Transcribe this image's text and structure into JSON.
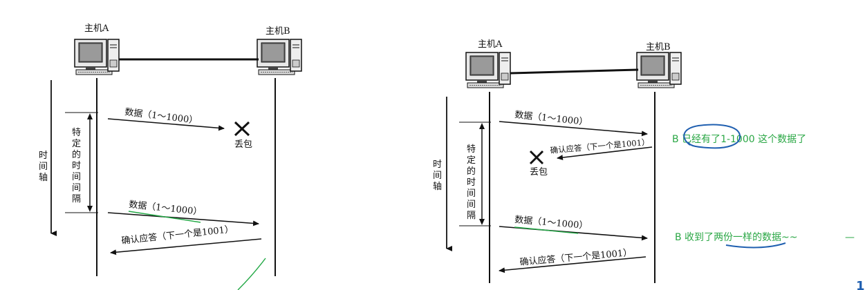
{
  "left": {
    "host_a": "主机A",
    "host_b": "主机B",
    "time_axis": [
      "时",
      "间",
      "轴"
    ],
    "interval": [
      "特",
      "定",
      "的",
      "时",
      "间",
      "间",
      "隔"
    ],
    "msg1": "数据（1～1000）",
    "loss": "丢包",
    "msg2": "数据（1～1000）",
    "msg3": "确认应答（下一个是1001）"
  },
  "right": {
    "host_a": "主机A",
    "host_b": "主机B",
    "time_axis": [
      "时",
      "间",
      "轴"
    ],
    "interval": [
      "特",
      "定",
      "的",
      "时",
      "间",
      "间",
      "隔"
    ],
    "msg1": "数据（1～1000）",
    "ack1": "确认应答（下一个是1001）",
    "loss": "丢包",
    "msg2": "数据（1～1000）",
    "ack2": "确认应答（下一个是1001）"
  },
  "notes": {
    "note1_prefix": "B ",
    "note1_circled": "已经有了",
    "note1_rest": "1-1000 这个数据了",
    "note2_prefix": "B 收到了",
    "note2_underlined": "两份一样",
    "note2_rest": "的数据~~",
    "note2_tail": "—",
    "corner_mark": "1"
  },
  "colors": {
    "note_text": "#2aa745",
    "ink_blue": "#1f5fb0",
    "ink_green": "#22a845",
    "diagram": "#111111"
  }
}
